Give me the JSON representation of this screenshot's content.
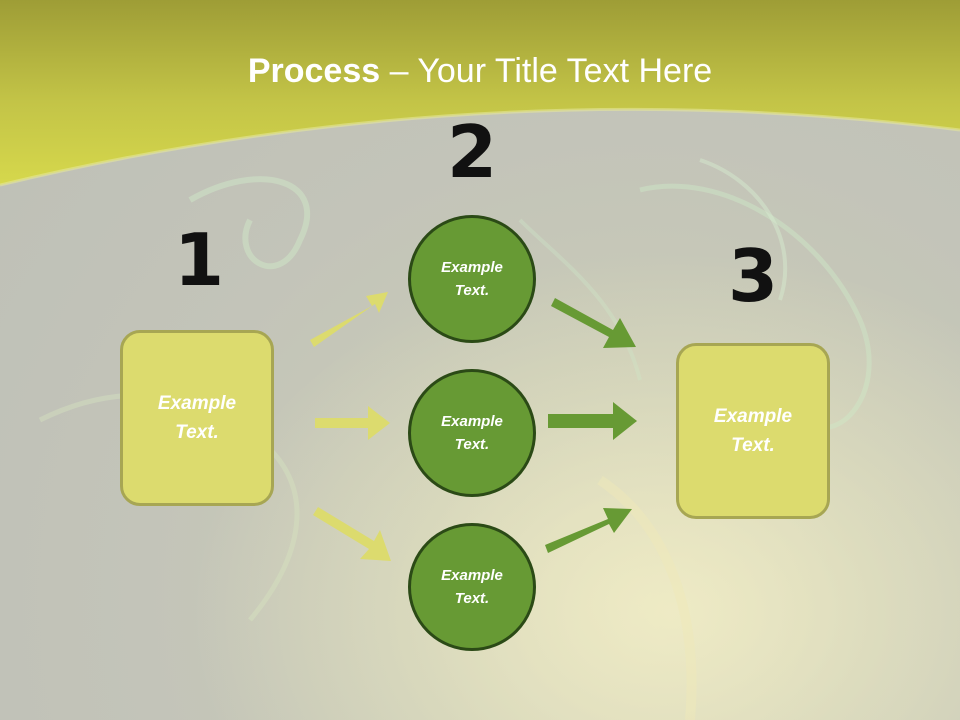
{
  "title": {
    "bold": "Process",
    "rest": " – Your Title Text Here"
  },
  "steps": [
    {
      "number": "1",
      "text": "Example Text."
    },
    {
      "number": "2",
      "items": [
        "Example Text.",
        "Example Text.",
        "Example Text."
      ]
    },
    {
      "number": "3",
      "text": "Example Text."
    }
  ],
  "colors": {
    "box_fill": "#dcdb6e",
    "circle_fill": "#679a34",
    "arrow_light": "#dcdb6e",
    "arrow_dark": "#679a34",
    "banner": "#d4d64a"
  }
}
